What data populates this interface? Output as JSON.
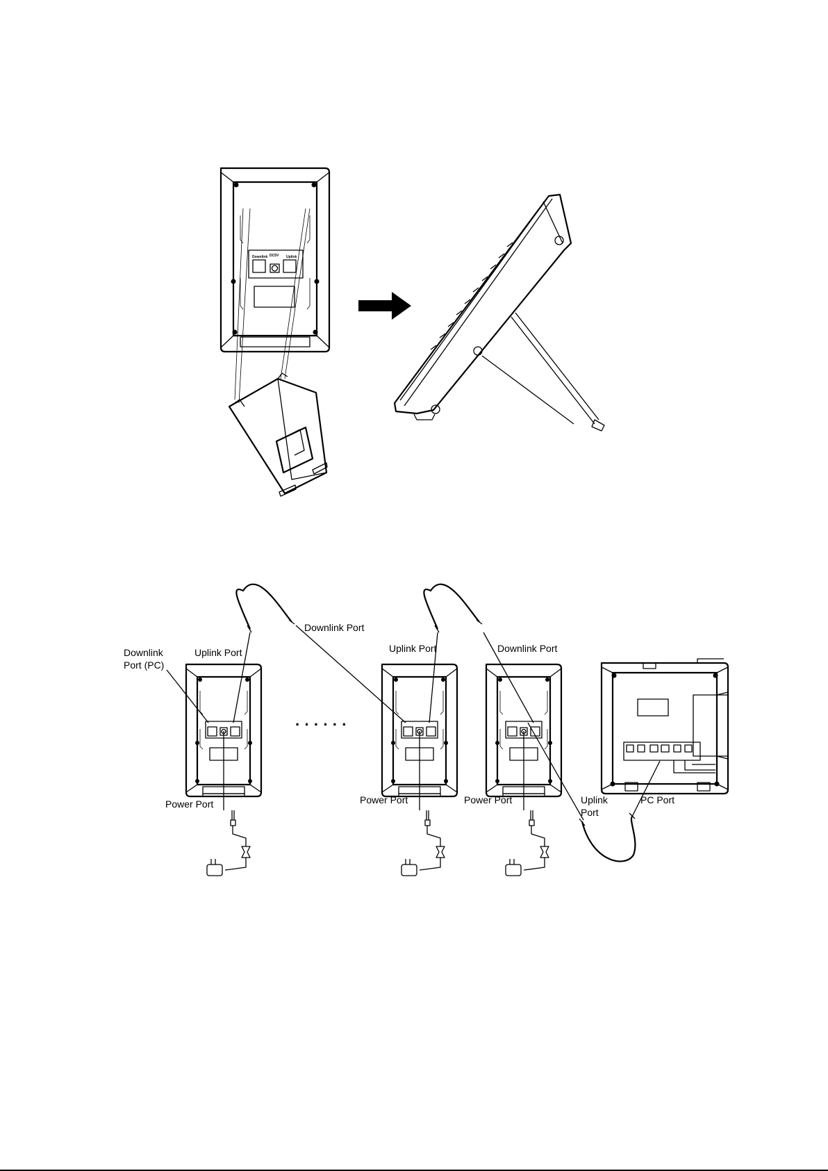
{
  "top_figure": {
    "mount_labels": {
      "downlink": "Downlink",
      "dc": "DC5V",
      "uplink": "Uplink"
    }
  },
  "bottom_figure": {
    "labels": {
      "downlink_port_pc_line1": "Downlink",
      "downlink_port_pc_line2": "Port (PC)",
      "uplink_port_1": "Uplink Port",
      "downlink_port_top": "Downlink Port",
      "uplink_port_2": "Uplink Port",
      "downlink_port_2": "Downlink Port",
      "power_port_1": "Power Port",
      "power_port_2": "Power Port",
      "power_port_3": "Power Port",
      "uplink_port_bottom_line1": "Uplink",
      "uplink_port_bottom_line2": "Port",
      "pc_port": "PC Port",
      "ellipsis": "· · · · · ·"
    }
  }
}
